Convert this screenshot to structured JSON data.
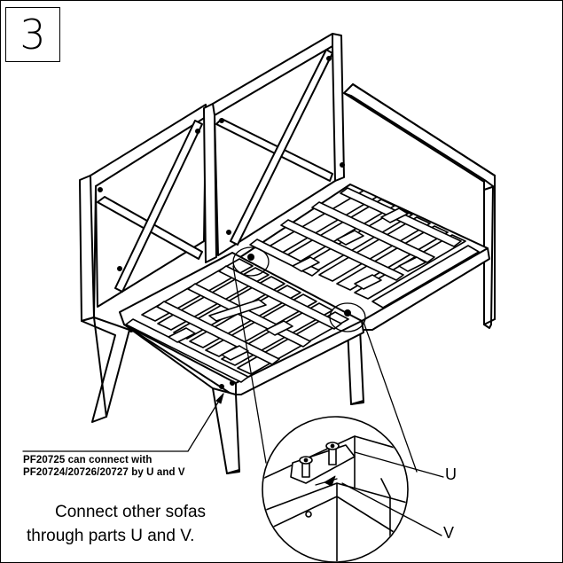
{
  "step_number": "3",
  "connection_note": {
    "line1": "PF20725 can connect with",
    "line2": "PF20724/20726/20727 by U and V"
  },
  "instruction": {
    "line1": "Connect other sofas",
    "line2": "through parts U and V."
  },
  "part_labels": {
    "u": "U",
    "v": "V"
  }
}
